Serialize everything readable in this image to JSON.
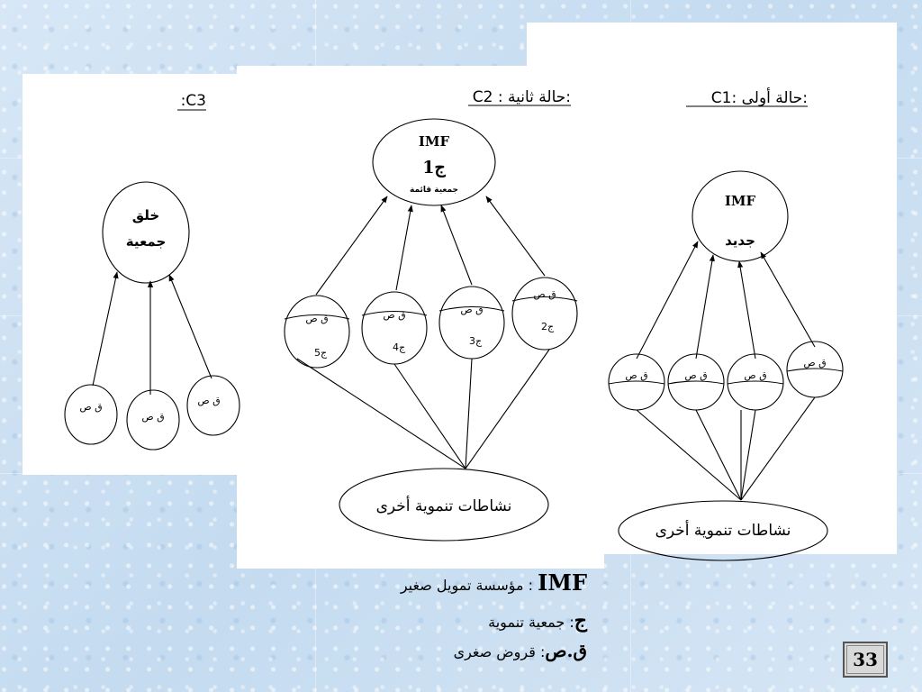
{
  "case1": {
    "heading": "C1: حالة أولى:",
    "hub_top": "IMF",
    "hub_bottom": "جديد",
    "loan_label": "ق ص",
    "activities": "نشاطات تنموية أخرى"
  },
  "case2": {
    "heading": "C2 : حالة ثانية:",
    "hub_top": "IMF",
    "hub_mid": "ج1",
    "hub_bottom": "جمعية قائمة",
    "loan_label": "ق ص",
    "sub_labels": [
      "ج5",
      "ج4",
      "ج3",
      "ج2"
    ],
    "activities": "نشاطات تنموية أخرى"
  },
  "case3": {
    "heading": ":C3",
    "hub_line1": "خلق",
    "hub_line2": "جمعية",
    "loan_label": "ق ص"
  },
  "legend": [
    {
      "term": "IMF",
      "definition": " : مؤسسة تمويل صغير"
    },
    {
      "term": "ج",
      "definition": ": جمعية تنموية"
    },
    {
      "term": "ق.ص",
      "definition": ": قروض صغرى"
    }
  ],
  "page_number": "33"
}
